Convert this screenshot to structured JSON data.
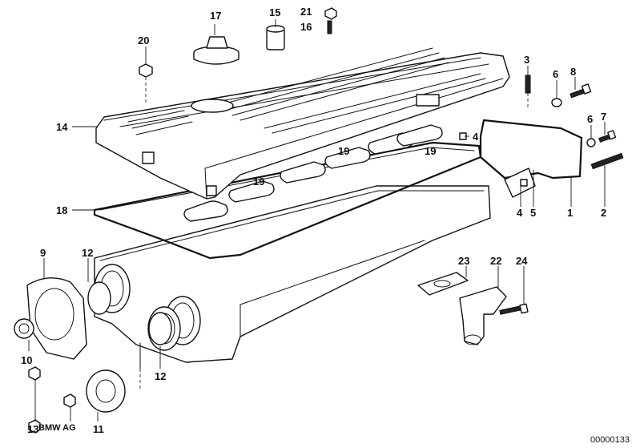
{
  "diagram": {
    "callouts": [
      "1",
      "2",
      "3",
      "4",
      "4",
      "5",
      "6",
      "6",
      "7",
      "8",
      "9",
      "10",
      "11",
      "12",
      "12",
      "13",
      "14",
      "15",
      "16",
      "17",
      "18",
      "19",
      "19",
      "19",
      "20",
      "21",
      "22",
      "23",
      "24"
    ],
    "watermark": "BMW AG",
    "figure_id": "00000133"
  }
}
